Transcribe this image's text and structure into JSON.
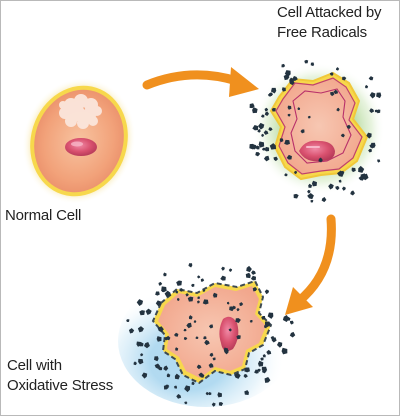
{
  "labels": {
    "attacked": {
      "line1": "Cell Attacked by",
      "line2": "Free Radicals"
    },
    "normal": {
      "line1": "Normal Cell"
    },
    "oxidative": {
      "line1": "Cell with",
      "line2": "Oxidative Stress"
    }
  },
  "colors": {
    "arrow": "#f0901e",
    "cell_fill": "#f4a984",
    "cell_border_outer": "#f6d23a",
    "nucleus": "#d9516f",
    "radical": "#233340",
    "glow_green": "#c8e3b4",
    "glow_blue": "#bfe0f2",
    "frame_border": "#b9b9b9"
  }
}
